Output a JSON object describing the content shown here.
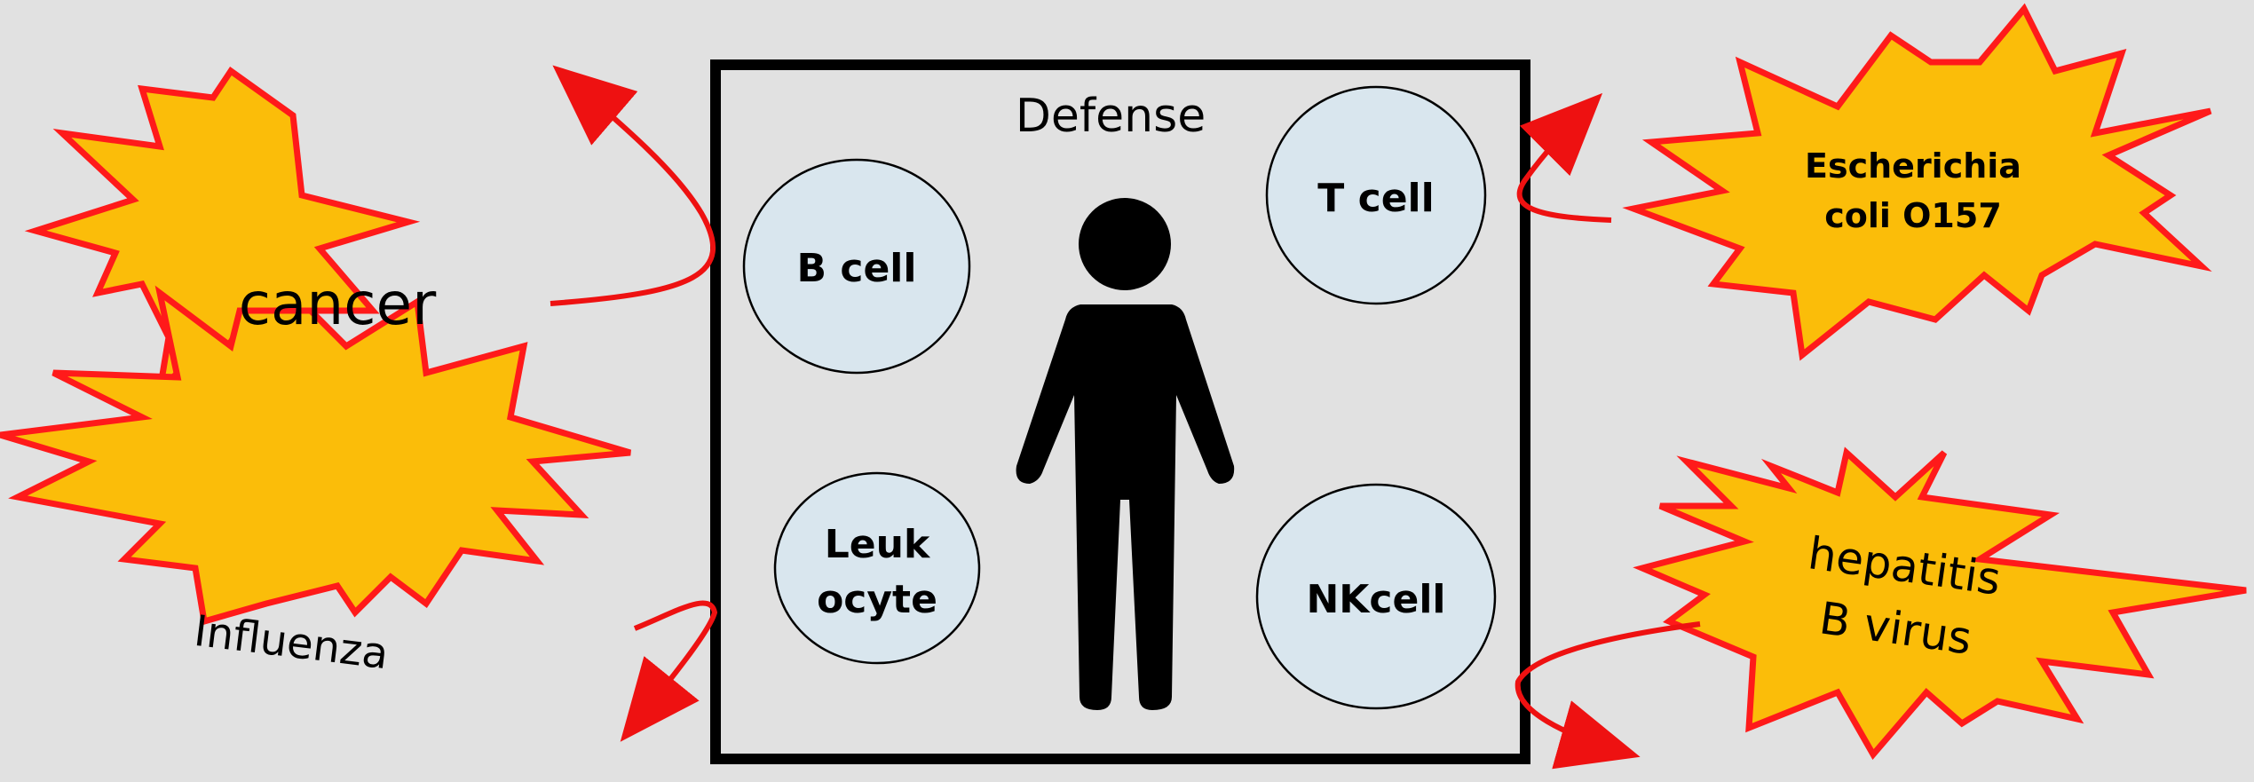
{
  "defense_box": {
    "title": "Defense"
  },
  "cells": {
    "b_cell": "B cell",
    "t_cell": "T cell",
    "leukocyte": [
      "Leuk",
      "ocyte"
    ],
    "nk_cell": "NKcell"
  },
  "threats": {
    "cancer": "cancer",
    "influenza": "Influenza",
    "ecoli": [
      "Escherichia",
      "coli O157"
    ],
    "hepatitis": [
      "hepatitis",
      "B virus"
    ]
  },
  "colors": {
    "background": "#e1e1e1",
    "burst_fill": "#fbbd09",
    "burst_stroke": "#ff1a1a",
    "cell_fill": "#d9e6ee",
    "arrow": "#ee1111",
    "frame": "#000000"
  }
}
